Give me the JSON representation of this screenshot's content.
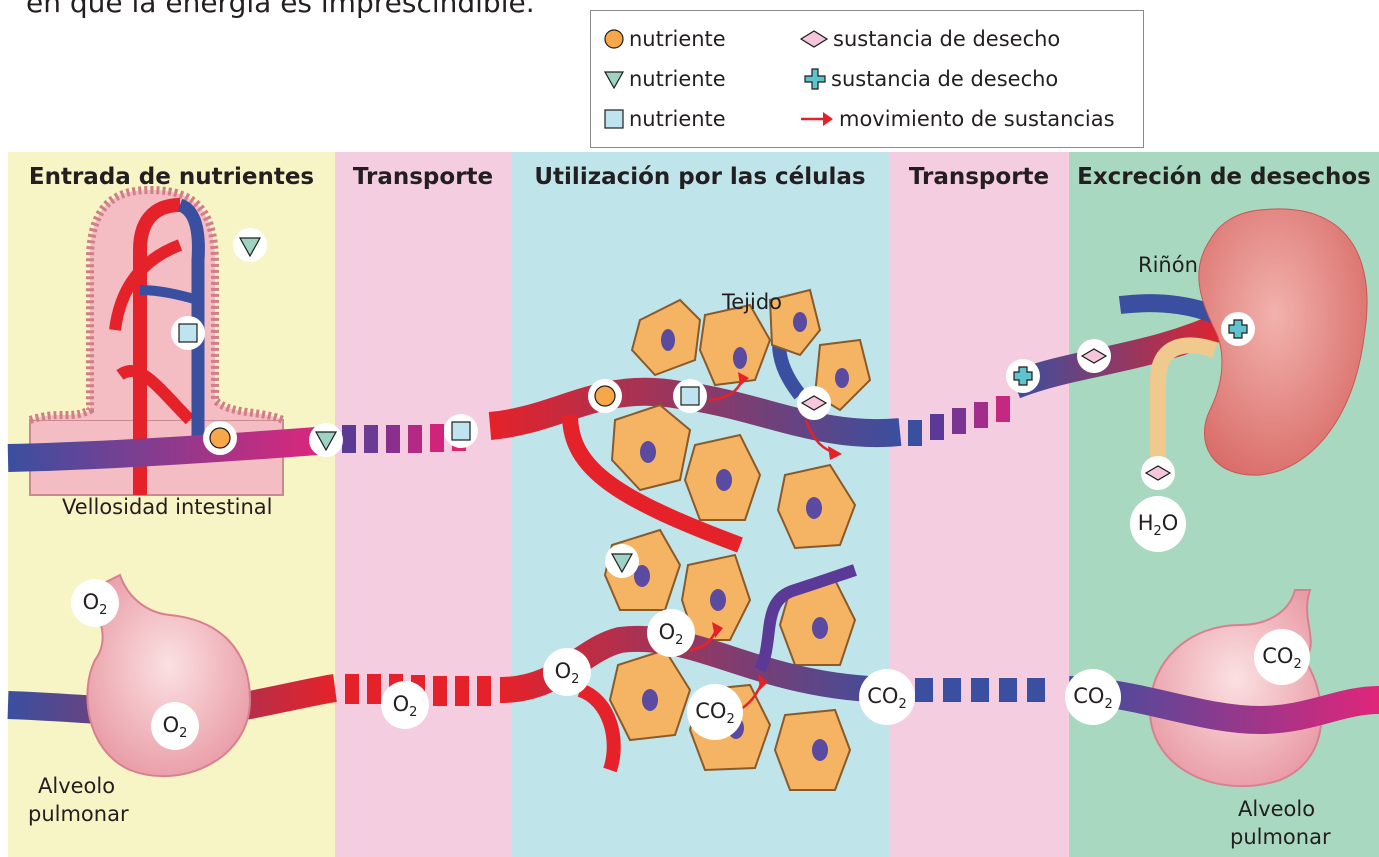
{
  "intro_text_fragment": "en que la energía es imprescindible.",
  "legend": {
    "items": [
      {
        "icon": "circle",
        "color": "#f5a74a",
        "label": "nutriente"
      },
      {
        "icon": "triangle",
        "color": "#9ed3c4",
        "label": "nutriente"
      },
      {
        "icon": "square",
        "color": "#bfe4ef",
        "label": "nutriente"
      },
      {
        "icon": "diamond",
        "color": "#f6c6dc",
        "label": "sustancia de desecho"
      },
      {
        "icon": "cross",
        "color": "#5ec3cf",
        "label": "sustancia de desecho"
      },
      {
        "icon": "red-arrow",
        "color": "#e52229",
        "label": "movimiento de sustancias"
      }
    ]
  },
  "columns": [
    {
      "title": "Entrada de nutrientes",
      "bg": "#f7f4c5"
    },
    {
      "title": "Transporte",
      "bg": "#f5cde0"
    },
    {
      "title": "Utilización por las células",
      "bg": "#bfe4ea"
    },
    {
      "title": "Transporte",
      "bg": "#f5cde0"
    },
    {
      "title": "Excreción de desechos",
      "bg": "#a8d8c0"
    }
  ],
  "labels": {
    "villus": "Vellosidad intestinal",
    "tissue": "Tejido",
    "kidney": "Riñón",
    "alveolus_left_line1": "Alveolo",
    "alveolus_left_line2": "pulmonar",
    "alveolus_right_line1": "Alveolo",
    "alveolus_right_line2": "pulmonar"
  },
  "chem": {
    "o2": "O",
    "o2_sub": "2",
    "co2": "CO",
    "co2_sub": "2",
    "h2o_h": "H",
    "h2o_sub": "2",
    "h2o_o": "O"
  },
  "colors": {
    "artery": "#e52229",
    "vein": "#3a4fa0",
    "cell": "#f5b464",
    "cell_nucleus": "#5a4aa0",
    "organ": "#f3b8bd",
    "kidney": "#e98a86"
  }
}
